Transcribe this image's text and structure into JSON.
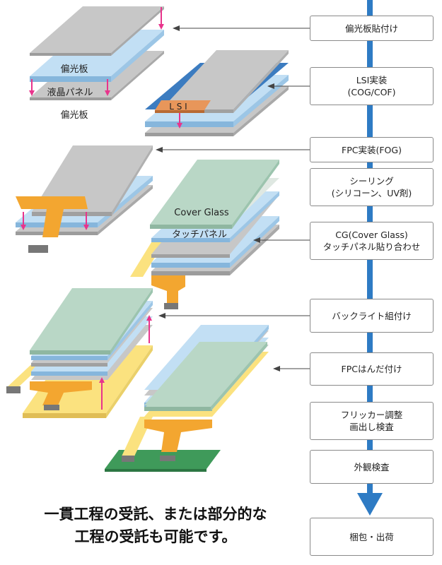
{
  "labels": {
    "polarizer_top": "偏光板",
    "lcd_panel": "液晶パネル",
    "polarizer_bottom": "偏光板",
    "lsi_chip": "L S I",
    "cover_glass": "Cover Glass",
    "touch_panel": "タッチパネル"
  },
  "steps": [
    {
      "lines": [
        "偏光板貼付け"
      ]
    },
    {
      "lines": [
        "LSI実装",
        "(COG/COF)"
      ]
    },
    {
      "lines": [
        "FPC実装(FOG)"
      ]
    },
    {
      "lines": [
        "シーリング",
        "(シリコーン、UV剤)"
      ]
    },
    {
      "lines": [
        "CG(Cover Glass)",
        "タッチパネル貼り合わせ"
      ]
    },
    {
      "lines": [
        "バックライト組付け"
      ]
    },
    {
      "lines": [
        "FPCはんだ付け"
      ]
    },
    {
      "lines": [
        "フリッカー調整",
        "画出し検査"
      ]
    },
    {
      "lines": [
        "外観検査"
      ]
    },
    {
      "lines": [
        "梱包・出荷"
      ]
    }
  ],
  "caption": {
    "line1": "一貫工程の受託、または部分的な",
    "line2": "工程の受託も可能です。"
  },
  "colors": {
    "flow_arrow": "#2e7bc4",
    "glass_gray": "#c4c4c4",
    "lcd_blue": "#bcdcf3",
    "fpc_orange": "#f3a630",
    "backlight_yellow": "#fbe27f",
    "cover_glass": "#b9d7c6",
    "pcb_green": "#3f9a5a",
    "arrow_pink": "#e8348c"
  }
}
